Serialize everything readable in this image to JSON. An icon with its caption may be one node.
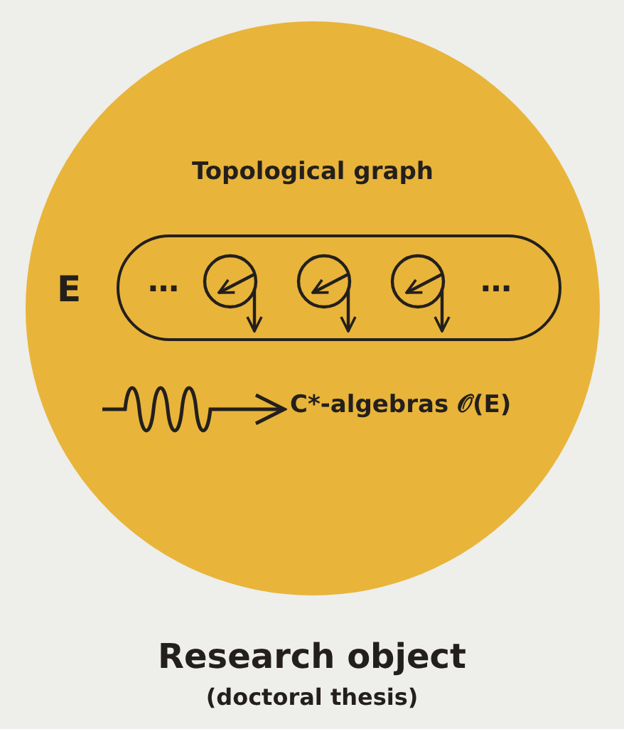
{
  "diagram": {
    "nodes": [
      {
        "text": [
          "Topological graph"
        ],
        "beside": [
          "Research object",
          "(doctoral thesis)"
        ]
      },
      {
        "text": [],
        "shape": "box",
        "in": 0,
        "beside": [
          "E"
        ]
      },
      {
        "text": [
          "C*-algebras 𝒪(E)"
        ],
        "in": 0
      }
    ],
    "edges": [
      {
        "from": null,
        "to": 2,
        "arrow": "to"
      }
    ],
    "labels": [
      "…",
      "…"
    ]
  }
}
